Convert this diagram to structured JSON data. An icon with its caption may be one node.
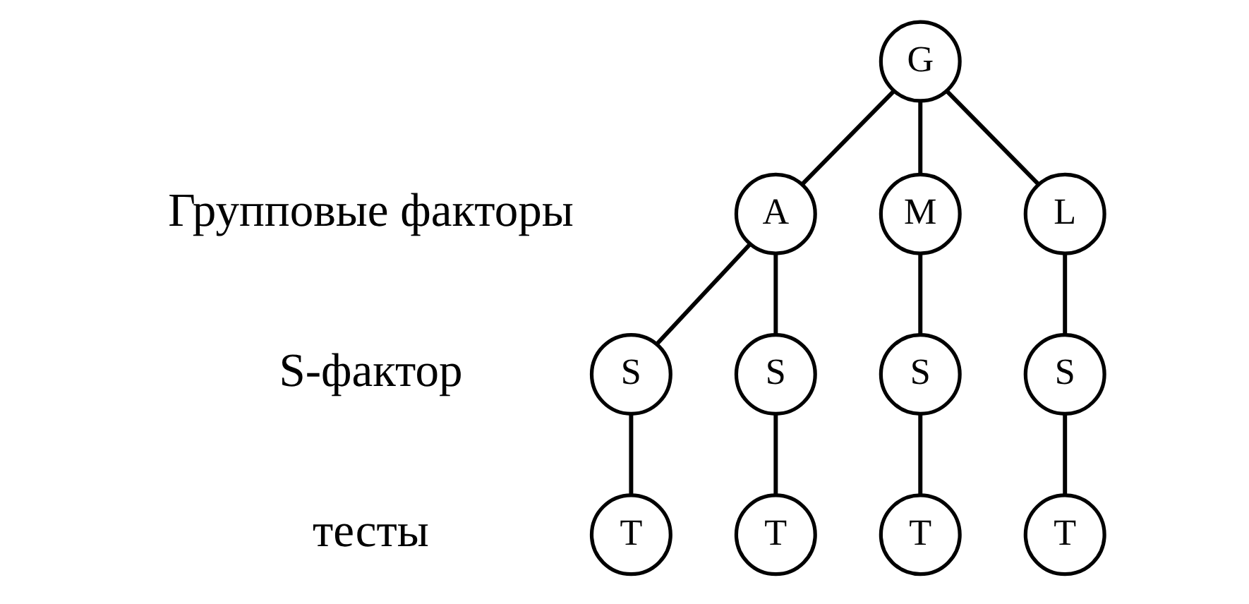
{
  "diagram": {
    "nodes": [
      {
        "text": [
          "G"
        ]
      },
      {
        "text": [
          "A"
        ]
      },
      {
        "text": [
          "M"
        ]
      },
      {
        "text": [
          "L"
        ]
      },
      {
        "text": [
          "S"
        ]
      },
      {
        "text": [
          "S"
        ]
      },
      {
        "text": [
          "S"
        ]
      },
      {
        "text": [
          "S"
        ]
      },
      {
        "text": [
          "T"
        ]
      },
      {
        "text": [
          "T"
        ]
      },
      {
        "text": [
          "T"
        ]
      },
      {
        "text": [
          "T"
        ]
      }
    ],
    "edges": [
      {
        "from": 0,
        "to": 1,
        "arrow": "none"
      },
      {
        "from": 0,
        "to": 2,
        "arrow": "none"
      },
      {
        "from": 0,
        "to": 3,
        "arrow": "none"
      },
      {
        "from": 1,
        "to": 4,
        "arrow": "none"
      },
      {
        "from": 1,
        "to": 5,
        "arrow": "none"
      },
      {
        "from": 2,
        "to": 6,
        "arrow": "none"
      },
      {
        "from": 3,
        "to": 7,
        "arrow": "none"
      },
      {
        "from": 4,
        "to": 8,
        "arrow": "none"
      },
      {
        "from": 5,
        "to": 9,
        "arrow": "none"
      },
      {
        "from": 6,
        "to": 10,
        "arrow": "none"
      },
      {
        "from": 7,
        "to": 11,
        "arrow": "none"
      }
    ],
    "labels": [
      "Групповые факторы",
      "S-фактор",
      "тесты"
    ]
  }
}
